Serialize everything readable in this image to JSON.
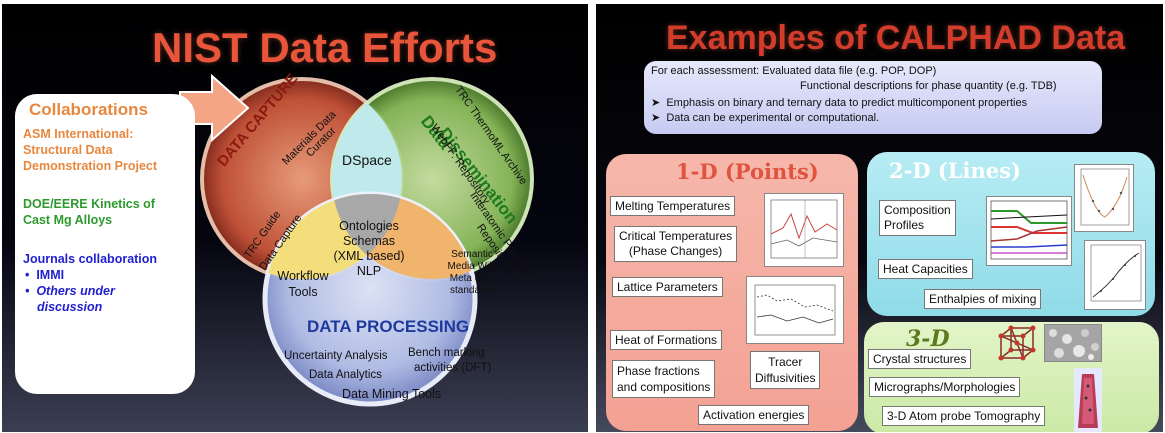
{
  "slide1": {
    "title": "NIST Data Efforts",
    "collab": {
      "heading": "Collaborations",
      "asm": [
        "ASM International:",
        "Structural Data",
        "Demonstration Project"
      ],
      "doe": [
        "DOE/EERE Kinetics of",
        "Cast Mg Alloys"
      ],
      "journals": "Journals collaboration",
      "bullets": [
        "IMMI",
        "Others under",
        "discussion"
      ]
    },
    "capture": {
      "title": "DATA CAPTURE",
      "l1": "Materials Data",
      "l2": "Curator",
      "l3": "TRC Guide",
      "l4": "Data Capture"
    },
    "dissemination": {
      "title1": "Data",
      "title2": "Dissemination",
      "l1": "TRC ThermoML Archive",
      "l2": "WebFF: Repository",
      "l3": "Interatomic Potential",
      "l4": "Repository"
    },
    "dspace": "DSpace",
    "center": [
      "Ontologies",
      "Schemas",
      "(XML based)",
      "NLP"
    ],
    "workflow": [
      "Workflow",
      "Tools"
    ],
    "semantic": [
      "Semantic",
      "Media Wiki",
      "Meta data",
      "standards"
    ],
    "processing": {
      "title": "DATA PROCESSING",
      "l1": "Uncertainty Analysis",
      "l2": "Data Analytics",
      "l3": "Bench marking",
      "l4": "activities (DFT)",
      "l5": "Data Mining Tools"
    }
  },
  "slide2": {
    "title": "Examples of CALPHAD Data",
    "intro": {
      "line1": "For each assessment:  Evaluated data file (e.g. POP, DOP)",
      "line2": "Functional descriptions for phase quantity (e.g. TDB)",
      "b1": "Emphasis on binary and ternary data to predict multicomponent properties",
      "b2": "Data can be experimental or computational.",
      "bullet_glyph": "➤"
    },
    "one_d": {
      "title": "1-D (Points)",
      "items": [
        "Melting Temperatures",
        "Critical Temperatures",
        "(Phase Changes)",
        "Lattice Parameters",
        "Heat of Formations",
        "Phase fractions",
        "and compositions",
        "Tracer",
        "Diffusivities",
        "Activation energies"
      ]
    },
    "two_d": {
      "title": "2-D (Lines)",
      "items": [
        "Composition",
        "Profiles",
        "Heat Capacities",
        "Enthalpies of mixing"
      ]
    },
    "three_d": {
      "title": "3-D",
      "items": [
        "Crystal structures",
        "Micrographs/Morphologies",
        "3-D Atom probe Tomography"
      ]
    }
  }
}
